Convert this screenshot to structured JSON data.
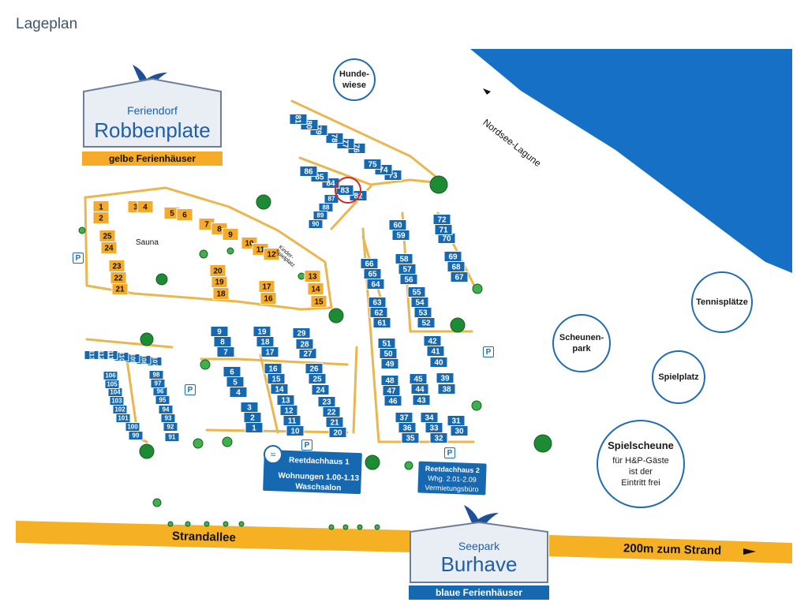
{
  "page": {
    "title": "Lageplan"
  },
  "colors": {
    "orange": "#f6aa2a",
    "blue": "#1668b0",
    "sea": "#1570c6",
    "road": "#f5b123",
    "path": "#eab64d",
    "tree": "#2f9a3a"
  },
  "signs": {
    "robbenplate": {
      "small": "Feriendorf",
      "big": "Robbenplate",
      "banner": "gelbe Ferienhäuser"
    },
    "burhave": {
      "small": "Seepark",
      "big": "Burhave",
      "banner": "blaue Ferienhäuser"
    }
  },
  "places": {
    "hundewiese": "Hunde-\nwiese",
    "nordsee": "Nordsee-Lagune",
    "tennis": "Tennisplätze",
    "scheunenpark": "Scheunen-\npark",
    "spielplatz": "Spielplatz",
    "spielscheune_title": "Spielscheune",
    "spielscheune_text": "für H&P-Gäste\nist der\nEintritt frei",
    "sauna": "Sauna",
    "kinderspielplatz": "Kinder-\nSpielplatz"
  },
  "reetdach1": {
    "title": "Reetdachhaus 1",
    "line1": "Wohnungen 1.00-1.13",
    "line2": "Waschsalon"
  },
  "reetdach2": {
    "title": "Reetdachhaus 2",
    "line1": "Whg. 2.01-2.09",
    "line2": "Vermietungsbüro"
  },
  "roads": {
    "strandallee": "Strandallee",
    "strand": "200m zum Strand"
  },
  "parking": "P",
  "houses": {
    "orange": [
      "1",
      "2",
      "3",
      "4",
      "5",
      "6",
      "7",
      "8",
      "9",
      "10",
      "11",
      "12",
      "13",
      "14",
      "15",
      "16",
      "17",
      "18",
      "19",
      "20",
      "21",
      "22",
      "23",
      "24",
      "25"
    ],
    "blue": [
      "27",
      "28",
      "29",
      "30",
      "31",
      "32",
      "33",
      "34",
      "35",
      "36",
      "37",
      "38",
      "39",
      "40",
      "41",
      "42",
      "43",
      "44",
      "45",
      "46",
      "47",
      "48",
      "49",
      "50",
      "51",
      "52",
      "53",
      "54",
      "55",
      "56",
      "57",
      "58",
      "59",
      "60",
      "61",
      "62",
      "63",
      "64",
      "65",
      "66",
      "67",
      "68",
      "69",
      "70",
      "71",
      "72",
      "73",
      "74",
      "75",
      "76",
      "77",
      "78",
      "79",
      "80",
      "81",
      "82",
      "83",
      "84",
      "85",
      "86",
      "87",
      "88",
      "89",
      "90",
      "91",
      "92",
      "93",
      "94",
      "95",
      "96",
      "97",
      "98",
      "99",
      "100",
      "101",
      "102",
      "103",
      "104",
      "105",
      "106",
      "107",
      "108",
      "109",
      "110",
      "111",
      "112",
      "113"
    ]
  }
}
